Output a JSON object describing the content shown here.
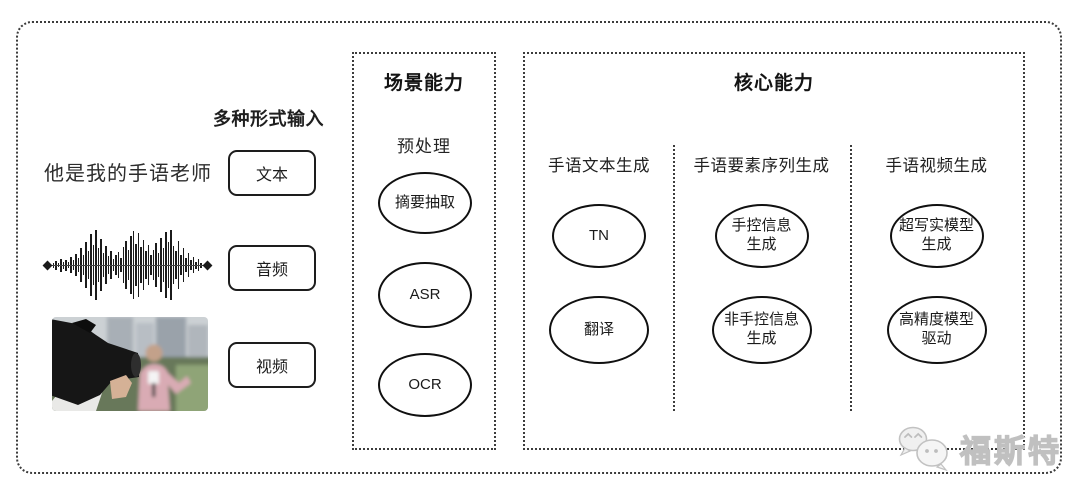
{
  "colors": {
    "frame_border": "#3c3c3c",
    "node_stroke": "#101010",
    "text": "#222222",
    "watermark_gray": "#c0c0c0"
  },
  "input": {
    "heading": "多种形式输入",
    "sentence_example": "他是我的手语老师",
    "type_labels": [
      "文本",
      "音频",
      "视频"
    ],
    "media_icons": [
      "audio-waveform-icon",
      "video-thumbnail-image"
    ]
  },
  "scene": {
    "title": "场景能力",
    "subtitle": "预处理",
    "nodes": [
      "摘要抽取",
      "ASR",
      "OCR"
    ]
  },
  "core": {
    "title": "核心能力",
    "columns": [
      {
        "label": "手语文本生成",
        "nodes": [
          "TN",
          "翻译"
        ]
      },
      {
        "label": "手语要素序列生成",
        "nodes": [
          "手控信息\n生成",
          "非手控信息\n生成"
        ]
      },
      {
        "label": "手语视频生成",
        "nodes": [
          "超写实模型\n生成",
          "高精度模型\n驱动"
        ]
      }
    ]
  },
  "watermark": {
    "text": "福斯特",
    "icon": "wechat-logo-icon"
  }
}
